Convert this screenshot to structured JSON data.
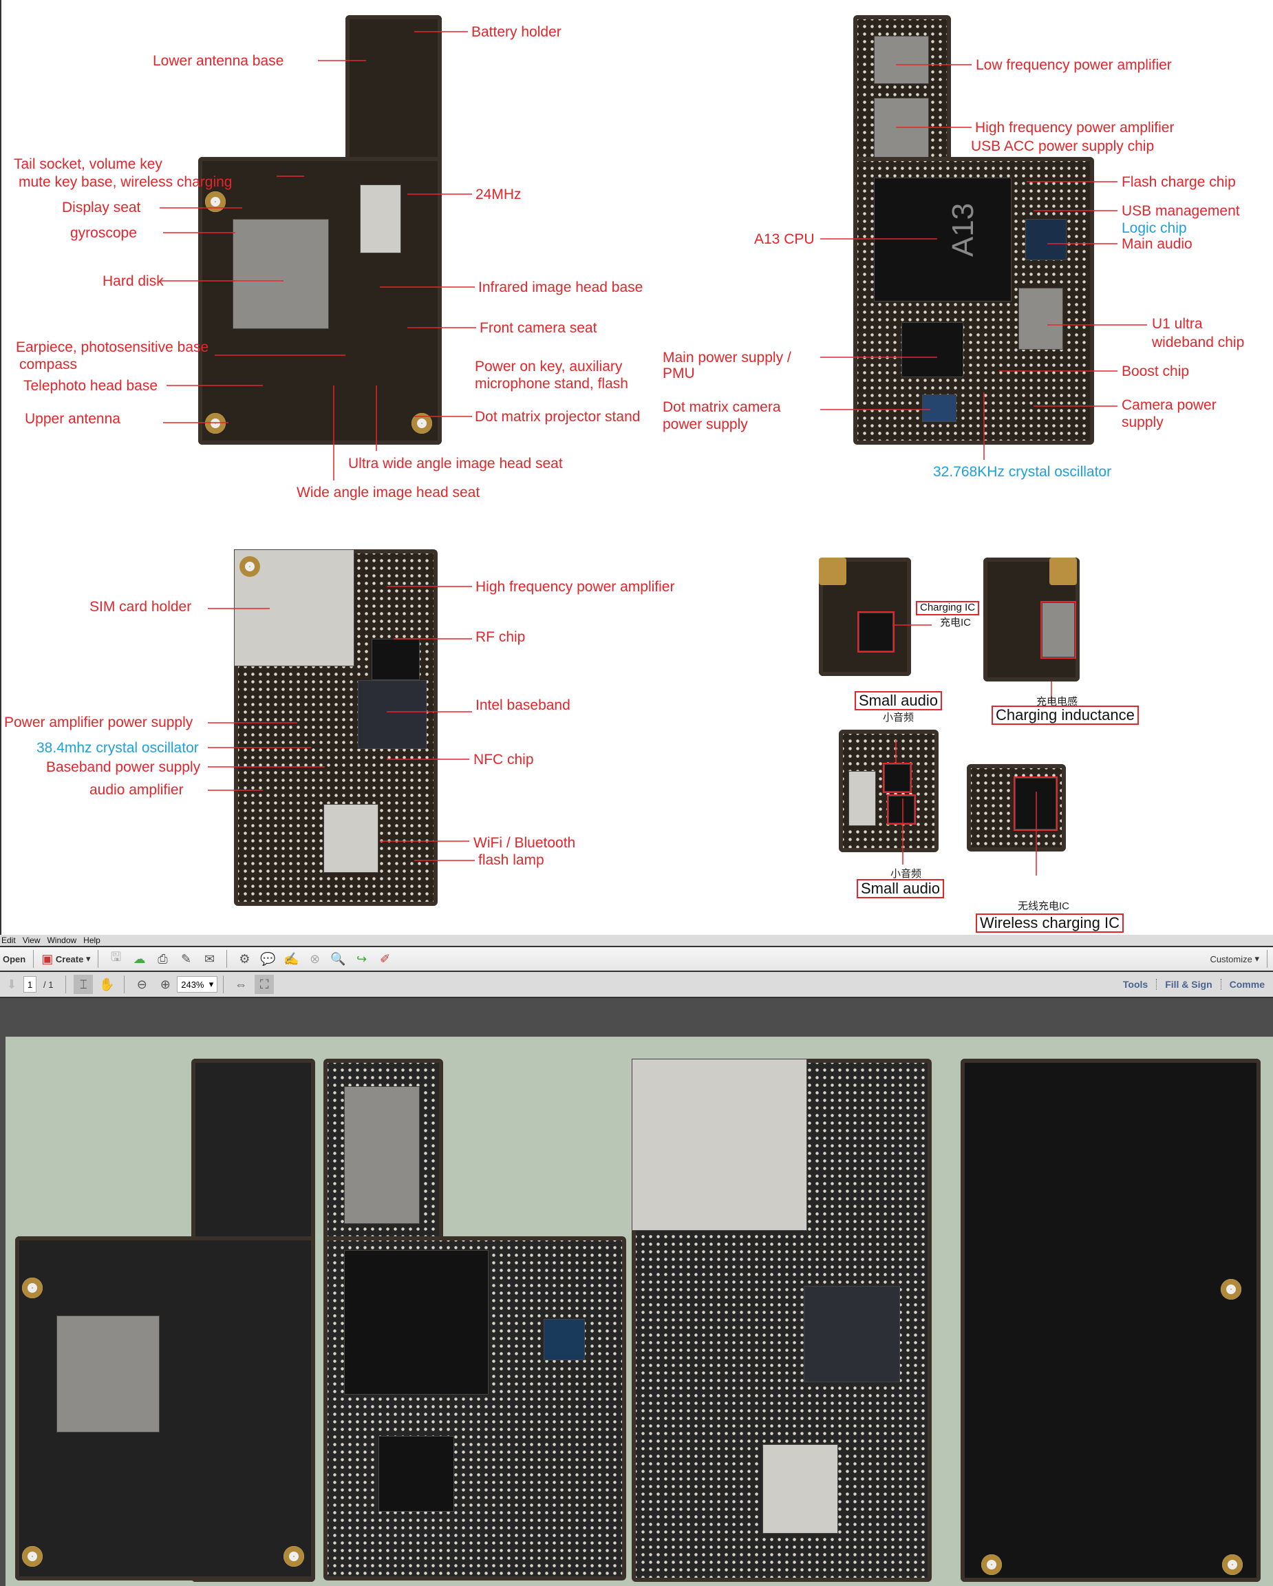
{
  "board1": {
    "labels": [
      "Battery holder",
      "Lower antenna base",
      "Tail socket, volume key",
      "mute key base, wireless charging",
      "Display seat",
      "gyroscope",
      "24MHz",
      "Hard disk",
      "Infrared image head base",
      "Front camera seat",
      "Earpiece, photosensitive base",
      "compass",
      "Power on key, auxiliary",
      "microphone stand, flash",
      "Telephoto head base",
      "Upper antenna",
      "Dot matrix projector stand",
      "Ultra wide angle image head seat",
      "Wide angle image head seat"
    ]
  },
  "board2": {
    "labels": [
      "Low frequency power amplifier",
      "High frequency power amplifier",
      "USB ACC power supply chip",
      "Flash charge chip",
      "USB management",
      "Logic chip",
      "Main audio",
      "A13 CPU",
      "U1 ultra",
      "wideband chip",
      "Main power supply /",
      "PMU",
      "Boost chip",
      "Dot matrix camera",
      "power supply",
      "Camera power",
      "supply",
      "32.768KHz crystal oscillator"
    ]
  },
  "board3": {
    "labels": [
      "High frequency power amplifier",
      "SIM card holder",
      "RF chip",
      "Intel baseband",
      "Power amplifier power supply",
      "38.4mhz crystal oscillator",
      "Baseband power supply",
      "NFC chip",
      "audio amplifier",
      "WiFi / Bluetooth",
      "flash lamp"
    ]
  },
  "small_boards": {
    "charging_ic": "Charging IC",
    "charging_ic_cn": "充电IC",
    "small_audio": "Small audio",
    "small_audio_cn": "小音频",
    "charging_inductance": "Charging inductance",
    "charging_inductance_cn": "充电电感",
    "small_audio_2": "Small audio",
    "small_audio_2_cn": "小音频",
    "wireless_ic": "Wireless charging IC",
    "wireless_ic_cn": "无线充电IC"
  },
  "chip_marks": {
    "a13": "A13"
  },
  "menu": [
    "Edit",
    "View",
    "Window",
    "Help"
  ],
  "toolbar": {
    "open": "Open",
    "create": "Create",
    "customize": "Customize",
    "icons": [
      "save-icon",
      "upload-cloud-icon",
      "print-icon",
      "edit-document-icon",
      "email-icon",
      "gear-icon",
      "comment-icon",
      "highlight-icon",
      "delete-page-icon",
      "search-document-icon",
      "export-icon",
      "sign-document-icon"
    ]
  },
  "navbar": {
    "page": "1",
    "page_total": "/ 1",
    "zoom": "243%",
    "tools": "Tools",
    "fill_sign": "Fill & Sign",
    "comment": "Comme"
  },
  "colors": {
    "label_red": "#e3262b",
    "label_blue": "#1ea0dc",
    "doc_bg": "#b9c5b5"
  }
}
